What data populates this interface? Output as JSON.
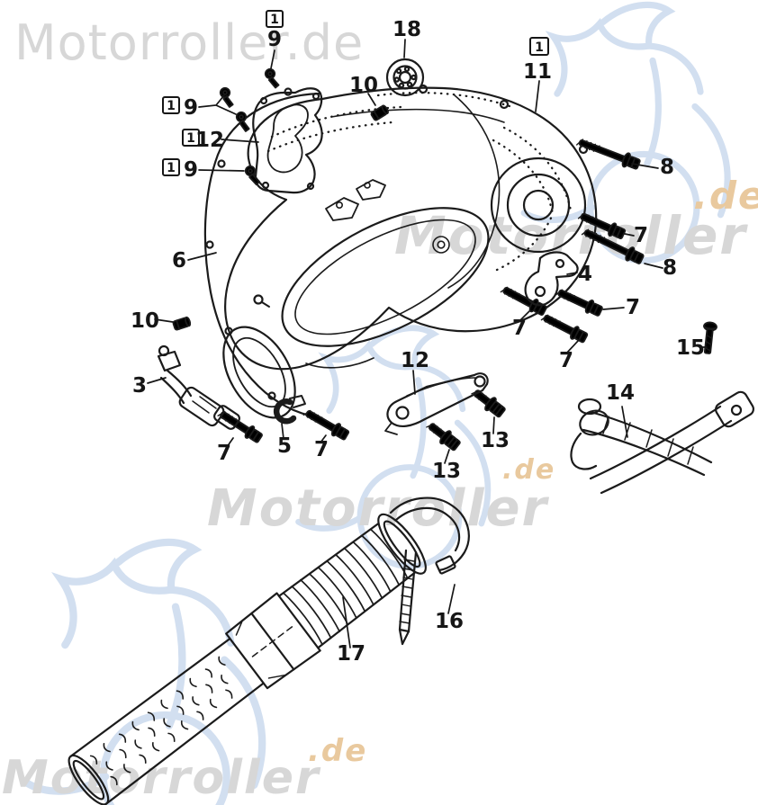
{
  "watermarks": {
    "full_text": "Motorroller.de",
    "brand_text": "Motorroller",
    "suffix_text": ".de",
    "gray_color": "#d7d7d7",
    "tan_color": "#e9c99e",
    "blue_color": "#d2dff0"
  },
  "diagram": {
    "line_color": "#1b1b1b",
    "note_marker": "1",
    "callouts": [
      {
        "label": "9"
      },
      {
        "label": "18"
      },
      {
        "label": "10"
      },
      {
        "label": "9"
      },
      {
        "label": "12"
      },
      {
        "label": "9"
      },
      {
        "label": "11"
      },
      {
        "label": "8"
      },
      {
        "label": "7"
      },
      {
        "label": "8"
      },
      {
        "label": "6"
      },
      {
        "label": "4"
      },
      {
        "label": "10"
      },
      {
        "label": "7"
      },
      {
        "label": "7"
      },
      {
        "label": "7"
      },
      {
        "label": "15"
      },
      {
        "label": "3"
      },
      {
        "label": "12"
      },
      {
        "label": "14"
      },
      {
        "label": "5"
      },
      {
        "label": "7"
      },
      {
        "label": "7"
      },
      {
        "label": "13"
      },
      {
        "label": "13"
      },
      {
        "label": "16"
      },
      {
        "label": "17"
      }
    ]
  }
}
